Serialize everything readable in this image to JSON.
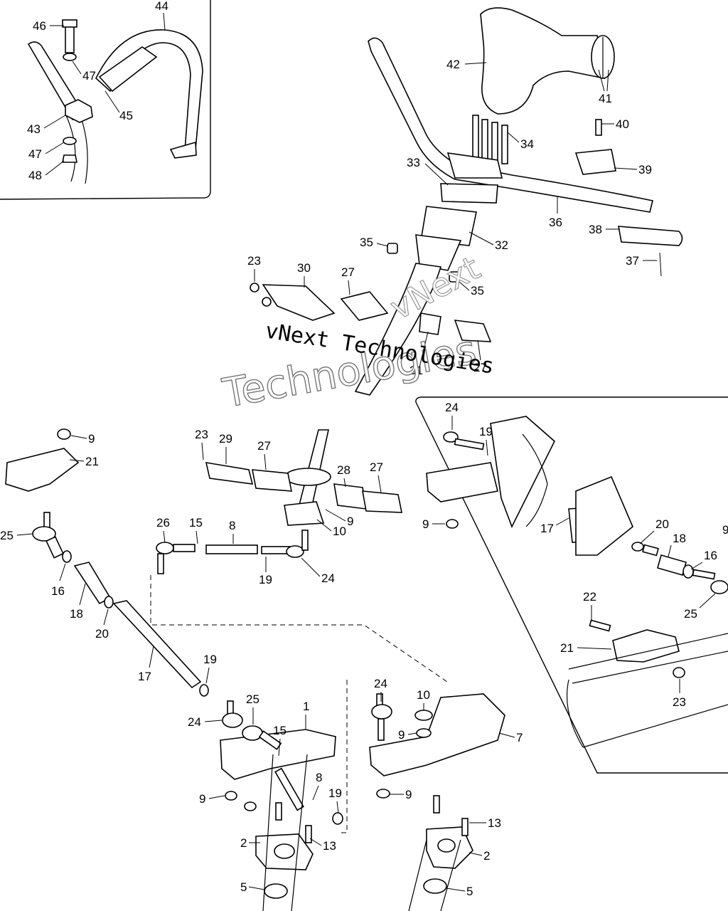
{
  "watermark": {
    "line1": "vNext Technologies",
    "line2": "Technologies",
    "line3": "vNext"
  },
  "callouts": [
    {
      "id": "c46",
      "label": "46"
    },
    {
      "id": "c44",
      "label": "44"
    },
    {
      "id": "c47a",
      "label": "47"
    },
    {
      "id": "c43",
      "label": "43"
    },
    {
      "id": "c45",
      "label": "45"
    },
    {
      "id": "c47b",
      "label": "47"
    },
    {
      "id": "c48",
      "label": "48"
    },
    {
      "id": "c42",
      "label": "42"
    },
    {
      "id": "c41",
      "label": "41"
    },
    {
      "id": "c40",
      "label": "40"
    },
    {
      "id": "c34",
      "label": "34"
    },
    {
      "id": "c33",
      "label": "33"
    },
    {
      "id": "c39",
      "label": "39"
    },
    {
      "id": "c36",
      "label": "36"
    },
    {
      "id": "c38",
      "label": "38"
    },
    {
      "id": "c35a",
      "label": "35"
    },
    {
      "id": "c32",
      "label": "32"
    },
    {
      "id": "c37",
      "label": "37"
    },
    {
      "id": "c23a",
      "label": "23"
    },
    {
      "id": "c30",
      "label": "30"
    },
    {
      "id": "c27a",
      "label": "27"
    },
    {
      "id": "c35b",
      "label": "35"
    },
    {
      "id": "c31",
      "label": "31"
    },
    {
      "id": "c27b",
      "label": "27"
    },
    {
      "id": "c9a",
      "label": "9"
    },
    {
      "id": "c21a",
      "label": "21"
    },
    {
      "id": "c25a",
      "label": "25"
    },
    {
      "id": "c16a",
      "label": "16"
    },
    {
      "id": "c18a",
      "label": "18"
    },
    {
      "id": "c20a",
      "label": "20"
    },
    {
      "id": "c17a",
      "label": "17"
    },
    {
      "id": "c19a",
      "label": "19"
    },
    {
      "id": "c23b",
      "label": "23"
    },
    {
      "id": "c29",
      "label": "29"
    },
    {
      "id": "c27c",
      "label": "27"
    },
    {
      "id": "c28",
      "label": "28"
    },
    {
      "id": "c27d",
      "label": "27"
    },
    {
      "id": "c9b",
      "label": "9"
    },
    {
      "id": "c10a",
      "label": "10"
    },
    {
      "id": "c26",
      "label": "26"
    },
    {
      "id": "c15a",
      "label": "15"
    },
    {
      "id": "c8a",
      "label": "8"
    },
    {
      "id": "c19b",
      "label": "19"
    },
    {
      "id": "c24a",
      "label": "24"
    },
    {
      "id": "c24b",
      "label": "24"
    },
    {
      "id": "c25b",
      "label": "25"
    },
    {
      "id": "c1",
      "label": "1"
    },
    {
      "id": "c15b",
      "label": "15"
    },
    {
      "id": "c9c",
      "label": "9"
    },
    {
      "id": "c8b",
      "label": "8"
    },
    {
      "id": "c19c",
      "label": "19"
    },
    {
      "id": "c2a",
      "label": "2"
    },
    {
      "id": "c13a",
      "label": "13"
    },
    {
      "id": "c5a",
      "label": "5"
    },
    {
      "id": "c24c",
      "label": "24"
    },
    {
      "id": "c10b",
      "label": "10"
    },
    {
      "id": "c9d",
      "label": "9"
    },
    {
      "id": "c7",
      "label": "7"
    },
    {
      "id": "c9e",
      "label": "9"
    },
    {
      "id": "c13b",
      "label": "13"
    },
    {
      "id": "c2b",
      "label": "2"
    },
    {
      "id": "c5b",
      "label": "5"
    },
    {
      "id": "c24d",
      "label": "24"
    },
    {
      "id": "c19d",
      "label": "19"
    },
    {
      "id": "c9f",
      "label": "9"
    },
    {
      "id": "c17b",
      "label": "17"
    },
    {
      "id": "c20b",
      "label": "20"
    },
    {
      "id": "c18b",
      "label": "18"
    },
    {
      "id": "c16b",
      "label": "16"
    },
    {
      "id": "c9g",
      "label": "9"
    },
    {
      "id": "c25c",
      "label": "25"
    },
    {
      "id": "c22",
      "label": "22"
    },
    {
      "id": "c21b",
      "label": "21"
    },
    {
      "id": "c23c",
      "label": "23"
    }
  ]
}
